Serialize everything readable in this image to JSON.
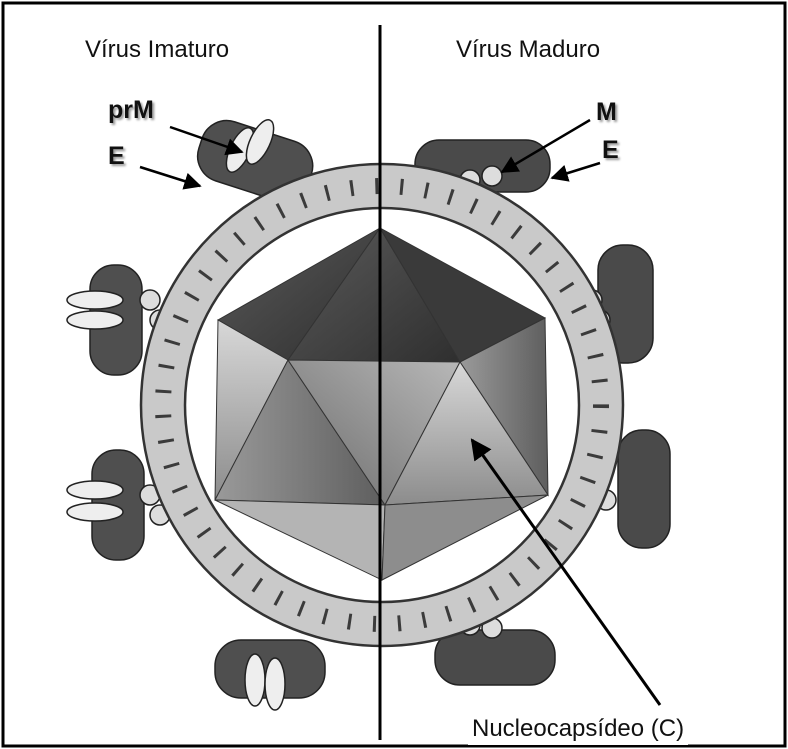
{
  "labels": {
    "immature_title": "Vírus Imaturo",
    "mature_title": "Vírus Maduro",
    "prm": "prM",
    "e_left": "E",
    "m": "M",
    "e_right": "E",
    "nucleocapsid": "Nucleocapsídeo (C)"
  },
  "colors": {
    "frame": "#000000",
    "membrane": "#c9c9c9",
    "protein_dark": "#4a4a4a",
    "protein_light": "#eeeeee",
    "capsid_light": "#c8c8c8",
    "capsid_dark": "#3c3c3c"
  }
}
